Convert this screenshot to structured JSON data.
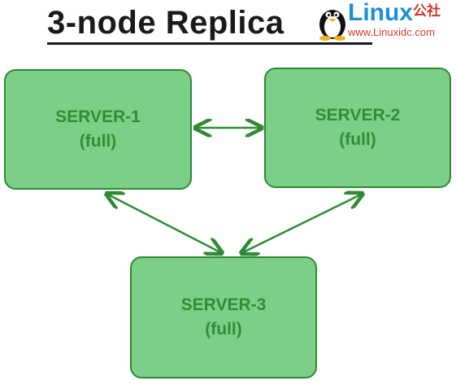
{
  "title": "3-node Replica",
  "logo": {
    "brand": "Linux",
    "brand_cn": "公社",
    "url": "www.Linuxidc.com"
  },
  "nodes": [
    {
      "name": "SERVER-1",
      "role": "(full)"
    },
    {
      "name": "SERVER-2",
      "role": "(full)"
    },
    {
      "name": "SERVER-3",
      "role": "(full)"
    }
  ],
  "connections": [
    {
      "from": "SERVER-1",
      "to": "SERVER-2",
      "direction": "bidirectional"
    },
    {
      "from": "SERVER-1",
      "to": "SERVER-3",
      "direction": "bidirectional"
    },
    {
      "from": "SERVER-2",
      "to": "SERVER-3",
      "direction": "bidirectional"
    }
  ],
  "colors": {
    "node_fill": "#7ccf86",
    "node_border": "#2f8a34",
    "node_text": "#2f8f36",
    "arrow": "#2f8a34",
    "title": "#1a1a1a"
  }
}
